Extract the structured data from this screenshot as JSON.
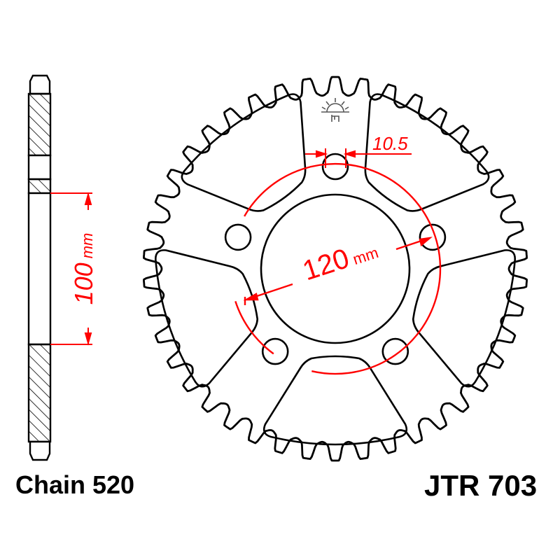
{
  "diagram": {
    "type": "sprocket-technical-drawing",
    "chain_label": "Chain 520",
    "part_number": "JTR 703",
    "colors": {
      "outline": "#000000",
      "dimension": "#ff0000",
      "background": "#ffffff",
      "logo": "#555555"
    },
    "dimensions": {
      "bolt_circle": {
        "value": "120",
        "unit": "mm"
      },
      "bolt_hole": {
        "value": "10.5"
      },
      "center_bore": {
        "value": "100",
        "unit": "mm"
      }
    },
    "sprocket": {
      "teeth": 42,
      "bolt_holes": 5,
      "lightening_windows": 5
    },
    "side_view": {
      "hatched_sections": 3,
      "tapered_ends": 2
    },
    "logo_icon": "sun-logo-icon"
  }
}
